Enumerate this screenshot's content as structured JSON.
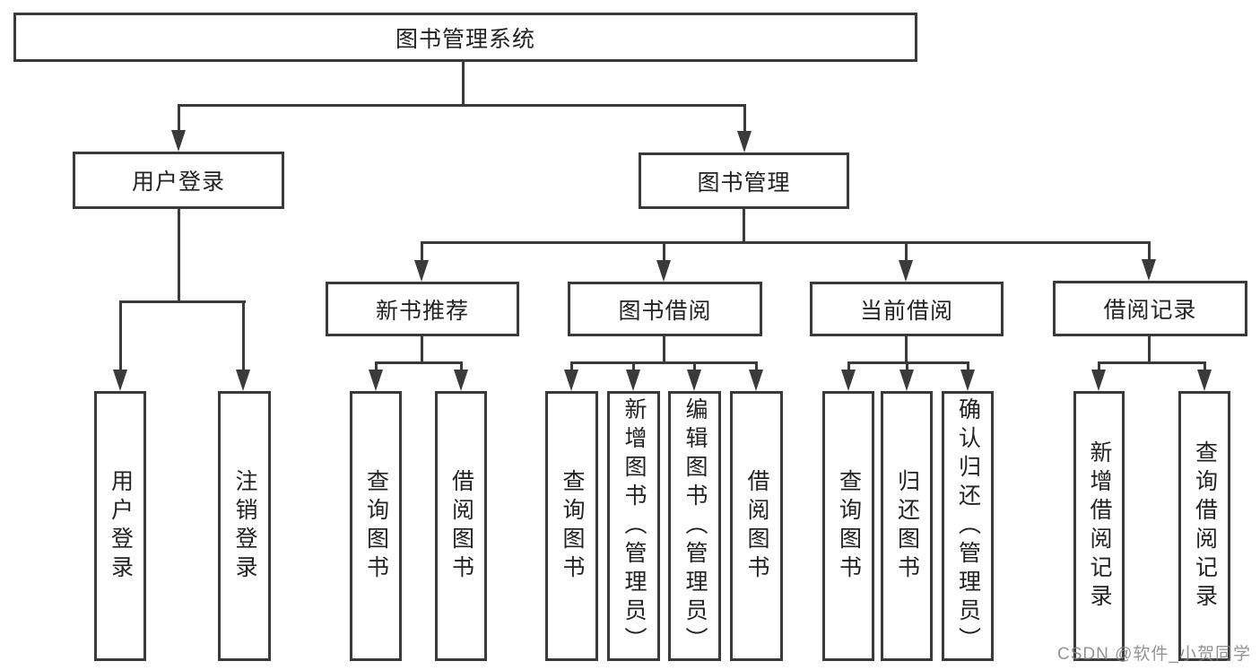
{
  "diagram": {
    "root": {
      "label": "图书管理系统"
    },
    "level2": [
      {
        "label": "用户登录"
      },
      {
        "label": "图书管理"
      }
    ],
    "level3": [
      {
        "label": "新书推荐"
      },
      {
        "label": "图书借阅"
      },
      {
        "label": "当前借阅"
      },
      {
        "label": "借阅记录"
      }
    ],
    "leaves": [
      {
        "label": "用户登录"
      },
      {
        "label": "注销登录"
      },
      {
        "label": "查询图书"
      },
      {
        "label": "借阅图书"
      },
      {
        "label": "查询图书"
      },
      {
        "label": "新增图书（管理员）"
      },
      {
        "label": "编辑图书（管理员）"
      },
      {
        "label": "借阅图书"
      },
      {
        "label": "查询图书"
      },
      {
        "label": "归还图书"
      },
      {
        "label": "确认归还（管理员）"
      },
      {
        "label": "新增借阅记录"
      },
      {
        "label": "查询借阅记录"
      }
    ]
  },
  "watermark": {
    "text": "CSDN @软件_小贺同学"
  },
  "colors": {
    "line": "#3a3a3a",
    "text": "#222222",
    "background": "#ffffff",
    "watermark": "#808080"
  }
}
